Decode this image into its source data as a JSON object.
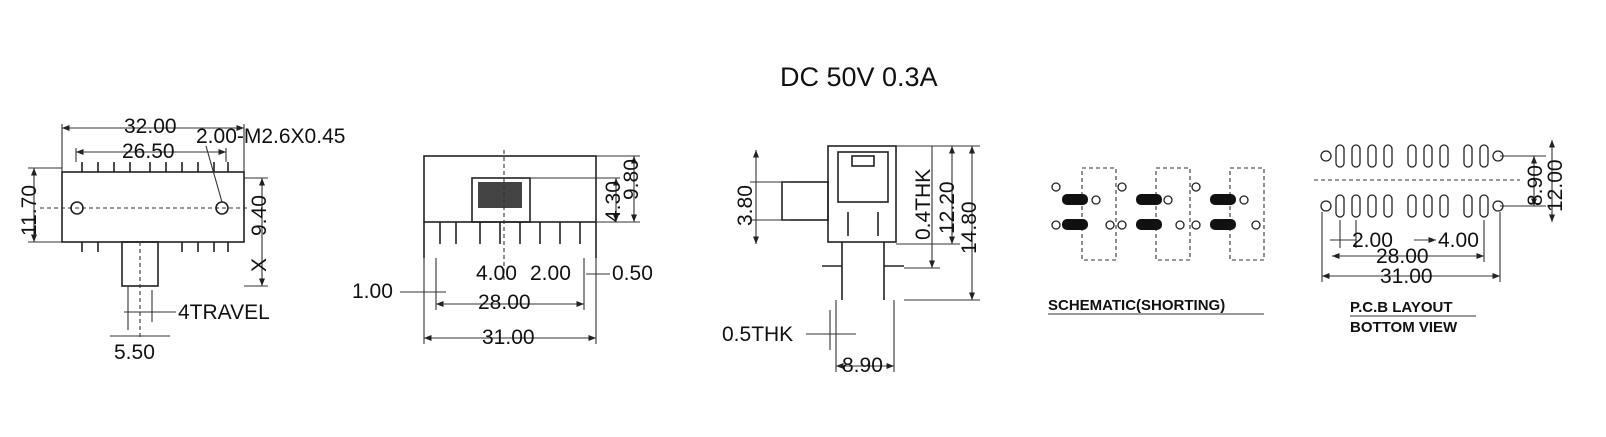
{
  "title": "DC  50V  0.3A",
  "views": {
    "front": {
      "dims": {
        "overall_width": "32.00",
        "inner_width": "26.50",
        "holes": "2.00-M2.6X0.45",
        "height": "11.70",
        "side": "9.40",
        "x": "X",
        "travel": "4TRAVEL",
        "actuator": "5.50"
      }
    },
    "side": {
      "dims": {
        "top_a": "4.30",
        "top_b": "9.80",
        "pitch_a": "4.00",
        "pitch_b": "2.00",
        "pin": "0.50",
        "left": "1.00",
        "pin_span": "28.00",
        "body": "31.00"
      }
    },
    "end": {
      "dims": {
        "actuator_h": "3.80",
        "plate": "0.4THK",
        "mid": "12.20",
        "total": "14.80",
        "pin_thk": "0.5THK",
        "depth": "8.90"
      }
    },
    "schematic": {
      "caption": "SCHEMATIC(SHORTING)"
    },
    "pcb": {
      "caption_1": "P.C.B LAYOUT",
      "caption_2": "BOTTOM VIEW",
      "dims": {
        "row_a": "8.90",
        "row_b": "12.00",
        "pitch_a": "2.00",
        "pitch_b": "4.00",
        "span": "28.00",
        "total": "31.00"
      }
    }
  }
}
